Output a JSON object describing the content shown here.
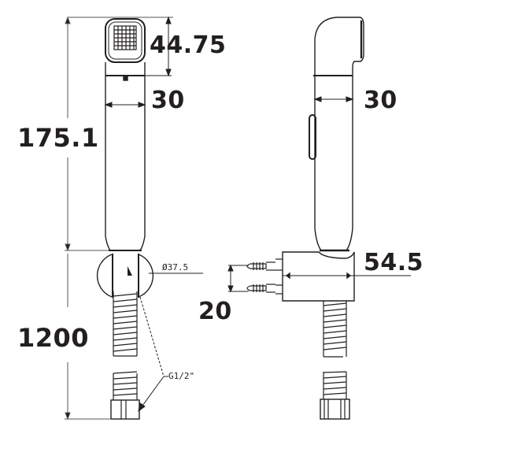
{
  "diagram": {
    "type": "technical-dimension-drawing",
    "subject": "hand shower / bidet sprayer with wall bracket and hose",
    "views": [
      "front",
      "side"
    ],
    "colors": {
      "line": "#231f20",
      "background": "#ffffff",
      "text": "#231f20"
    }
  },
  "front_view": {
    "dimensions": {
      "head_height": "44.75",
      "handle_width": "30",
      "total_height": "175.1",
      "hose_length": "1200"
    },
    "callouts": {
      "holder_diameter": "Ø37.5",
      "thread": "G1/2\""
    }
  },
  "side_view": {
    "dimensions": {
      "handle_width": "30",
      "bracket_depth": "54.5",
      "anchor_spacing": "20"
    }
  }
}
